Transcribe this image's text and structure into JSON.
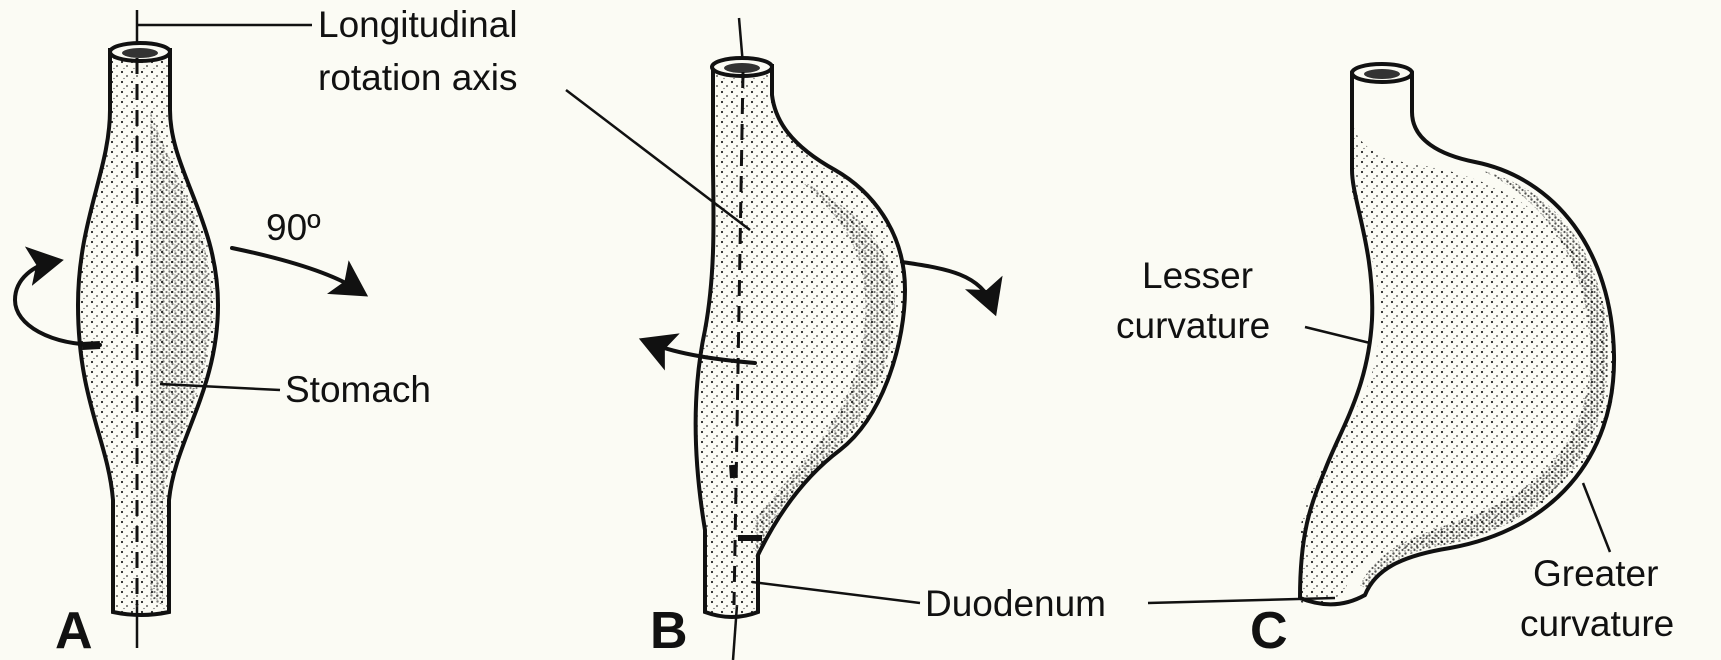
{
  "labels": {
    "longitudinal": "Longitudinal",
    "rotation_axis": "rotation axis",
    "angle": "90º",
    "stomach": "Stomach",
    "lesser_1": "Lesser",
    "lesser_2": "curvature",
    "greater_1": "Greater",
    "greater_2": "curvature",
    "duodenum": "Duodenum"
  },
  "panels": {
    "a": "A",
    "b": "B",
    "c": "C"
  },
  "colors": {
    "background": "#fbfbf4",
    "ink": "#111111"
  }
}
